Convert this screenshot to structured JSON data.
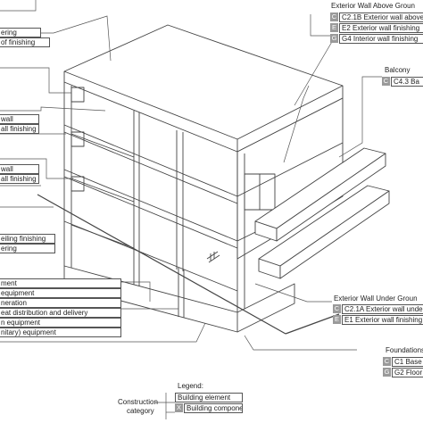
{
  "left_labels": [
    "ering",
    "of finishing",
    "wall",
    "all finishing",
    "wall",
    "all finishing",
    "eiling finishing",
    "ering",
    "ment",
    "equipment",
    "neration",
    "eat distribution and delivery",
    "n equipment",
    "nitary) equipment"
  ],
  "right_groups": {
    "exterior_above": {
      "title": "Exterior Wall Above Groun",
      "rows": [
        {
          "code": "C",
          "text": "C2.1B Exterior wall above"
        },
        {
          "code": "E",
          "text": "E2 Exterior wall finishing"
        },
        {
          "code": "G",
          "text": "G4 Interior wall finishing"
        }
      ]
    },
    "balcony": {
      "title": "Balcony",
      "rows": [
        {
          "code": "C",
          "text": "C4.3 Ba"
        }
      ]
    },
    "exterior_under": {
      "title": "Exterior Wall Under Groun",
      "rows": [
        {
          "code": "C",
          "text": "C2.1A Exterior wall unde"
        },
        {
          "code": "E",
          "text": "E1 Exterior wall finishing"
        }
      ]
    },
    "foundations": {
      "title": "Foundations",
      "rows": [
        {
          "code": "C",
          "text": "C1 Base"
        },
        {
          "code": "G",
          "text": "G2 Floor"
        }
      ]
    }
  },
  "legend": {
    "title": "Legend:",
    "category_label_line1": "Construction",
    "category_label_line2": "category",
    "code": "X",
    "building_element": "Building element",
    "building_component": "Building component"
  },
  "colors": {
    "line": "#555555",
    "code_bg": "#9a9a9a",
    "text": "#222222"
  }
}
